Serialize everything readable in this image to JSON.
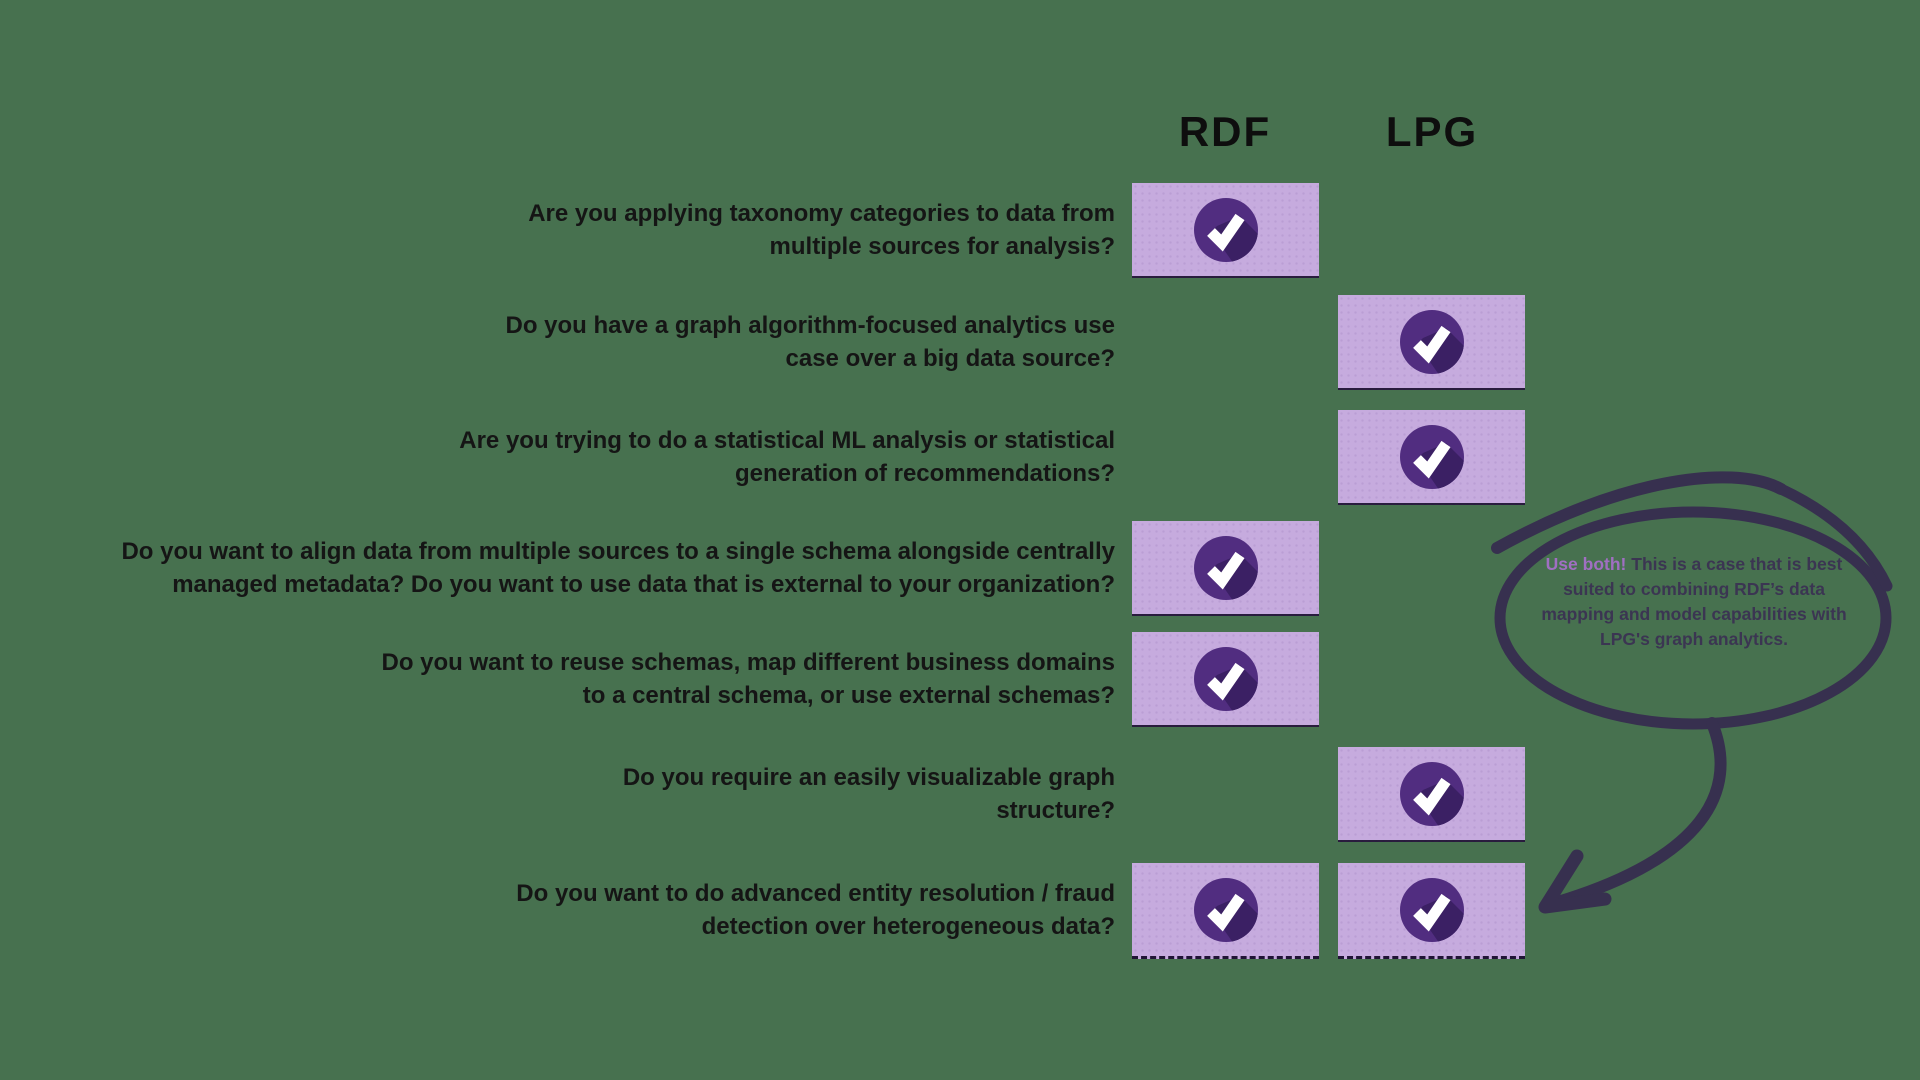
{
  "columns": [
    {
      "id": "rdf",
      "label": "RDF"
    },
    {
      "id": "lpg",
      "label": "LPG"
    }
  ],
  "rows": [
    {
      "lines": [
        "Are you applying taxonomy categories to data from",
        "multiple sources for analysis?"
      ],
      "rdf": true,
      "lpg": false
    },
    {
      "lines": [
        "Do you have a graph algorithm-focused analytics use",
        "case over a big data source?"
      ],
      "rdf": false,
      "lpg": true
    },
    {
      "lines": [
        "Are you trying to do a statistical ML analysis or statistical",
        "generation of recommendations?"
      ],
      "rdf": false,
      "lpg": true
    },
    {
      "lines": [
        "Do you want to align data from multiple sources to a single schema alongside centrally",
        "managed metadata? Do you want to use data that is external to your organization?"
      ],
      "rdf": true,
      "lpg": false
    },
    {
      "lines": [
        "Do you want to reuse schemas, map different business domains",
        "to a central schema, or use external schemas?"
      ],
      "rdf": true,
      "lpg": false
    },
    {
      "lines": [
        "Do you require an easily visualizable graph",
        "structure?"
      ],
      "rdf": false,
      "lpg": true
    },
    {
      "lines": [
        "Do you want to do advanced entity resolution / fraud",
        "detection over heterogeneous data?"
      ],
      "rdf": true,
      "lpg": true
    }
  ],
  "callout": {
    "highlight": "Use both!",
    "text": "This is a case that is best suited to combining RDF’s data mapping and model capabilities with LPG's graph analytics."
  },
  "colors": {
    "background": "#47714F",
    "box_fill": "#C6ABDE",
    "check_circle": "#512D80",
    "check_shadow": "#3B2064",
    "checkmark": "#FFFFFF",
    "question_ink": "#151515",
    "callout_stroke": "#37304F",
    "callout_text": "#3B3552",
    "callout_highlight": "#A06FC2"
  }
}
